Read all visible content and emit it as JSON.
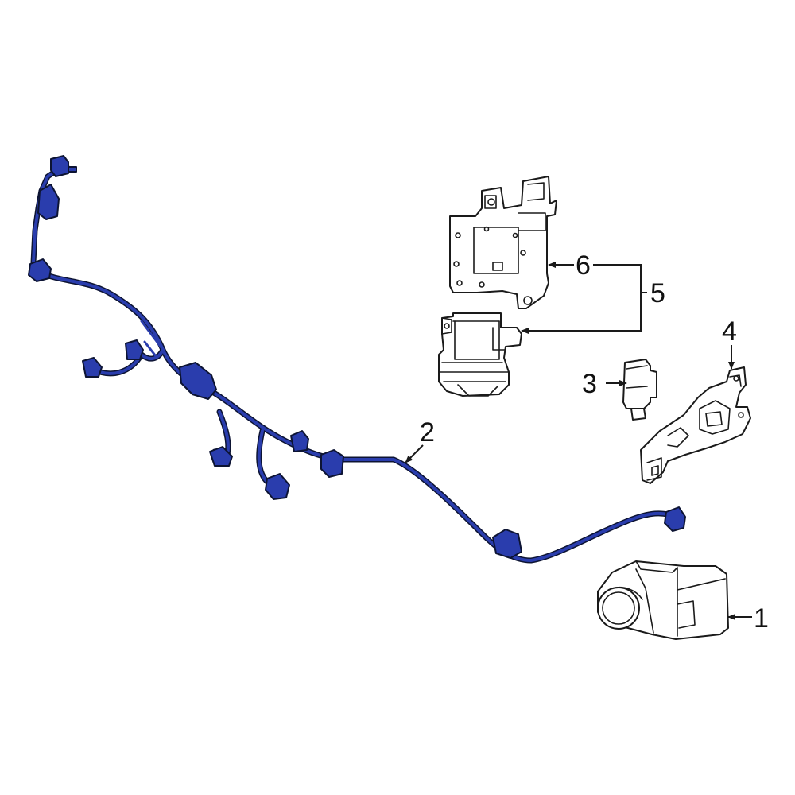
{
  "diagram": {
    "highlight_color": "#2a3dad",
    "outline_color": "#1a1a1a",
    "callouts": [
      {
        "id": "1",
        "label": "1"
      },
      {
        "id": "2",
        "label": "2"
      },
      {
        "id": "3",
        "label": "3"
      },
      {
        "id": "4",
        "label": "4"
      },
      {
        "id": "5",
        "label": "5"
      },
      {
        "id": "6",
        "label": "6"
      }
    ]
  }
}
